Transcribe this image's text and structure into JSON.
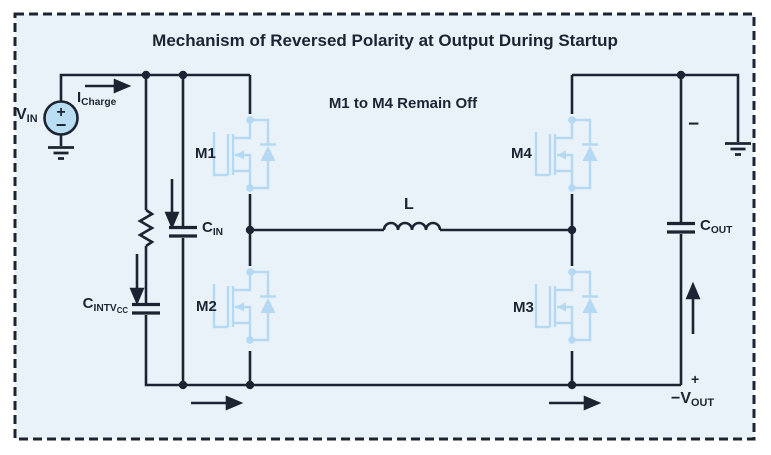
{
  "title": "Mechanism of Reversed Polarity at Output During Startup",
  "annotation": "M1 to M4 Remain Off",
  "colors": {
    "panel_background": "#eaf2f9",
    "line": "#1c2433",
    "component_blue": "#b5d9f2",
    "source_fill": "#b9def3"
  },
  "components": {
    "source": {
      "label_main": "V",
      "label_sub": "IN",
      "plus": "+",
      "minus": "−"
    },
    "charge_current": {
      "label_main": "I",
      "label_sub": "Charge"
    },
    "mosfets": {
      "m1": "M1",
      "m2": "M2",
      "m3": "M3",
      "m4": "M4"
    },
    "inductor": {
      "label": "L"
    },
    "cap_in": {
      "label_main": "C",
      "label_sub": "IN"
    },
    "cap_intvcc": {
      "label_main": "C",
      "label_sub": "INTV",
      "label_subsub": "CC"
    },
    "cap_out": {
      "label_main": "C",
      "label_sub": "OUT"
    },
    "output": {
      "minus_top": "−",
      "plus_bottom": "+",
      "vout_main": "−V",
      "vout_sub": "OUT"
    }
  }
}
